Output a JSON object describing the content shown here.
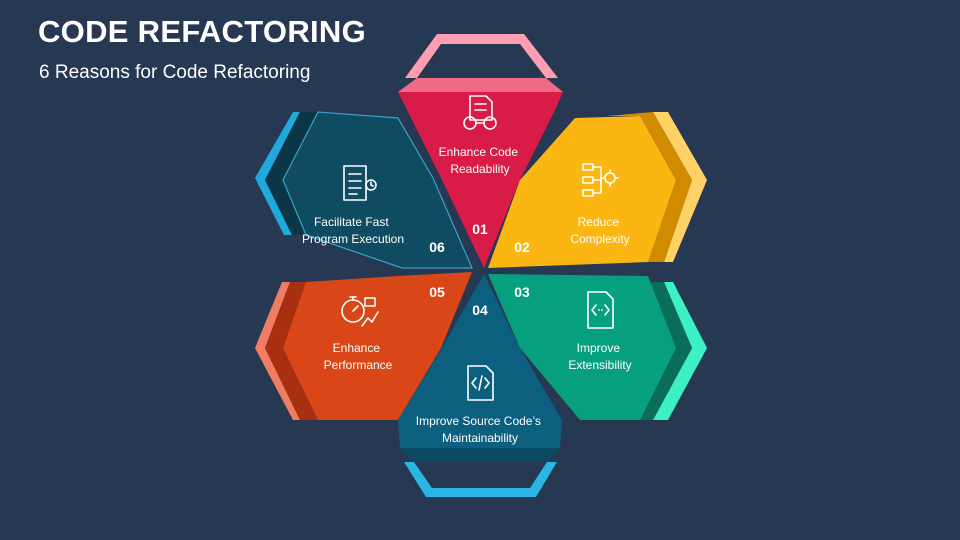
{
  "slide": {
    "title": "CODE REFACTORING",
    "subtitle": "6 Reasons for Code Refactoring"
  },
  "segments": [
    {
      "number": "01",
      "label_lines": [
        "Enhance Code",
        "Readability"
      ],
      "icon": "document-glasses-icon",
      "color": "#d81b47",
      "tab_color": "#f06a85",
      "tab_light": "#ff9eb2"
    },
    {
      "number": "02",
      "label_lines": [
        "Reduce",
        "Complexity"
      ],
      "icon": "flowchart-gear-icon",
      "color": "#fbb612",
      "tab_color": "#d18b00",
      "tab_light": "#ffd166"
    },
    {
      "number": "03",
      "label_lines": [
        "Improve",
        "Extensibility"
      ],
      "icon": "code-file-icon",
      "color": "#07a07f",
      "tab_color": "#0b6e58",
      "tab_light": "#3ef1c4"
    },
    {
      "number": "04",
      "label_lines": [
        "Improve Source Code’s",
        "Maintainability"
      ],
      "icon": "code-document-icon",
      "color": "#0d5f80",
      "tab_color": "#0a4a63",
      "tab_light": "#2ab6e2"
    },
    {
      "number": "05",
      "label_lines": [
        "Enhance",
        "Performance"
      ],
      "icon": "stopwatch-chart-icon",
      "color": "#d94618",
      "tab_color": "#a83010",
      "tab_light": "#f07d63"
    },
    {
      "number": "06",
      "label_lines": [
        "Facilitate Fast",
        "Program Execution"
      ],
      "icon": "checklist-clock-icon",
      "color": "#0f4c61",
      "tab_color": "#0a3646",
      "tab_light": "#1fa9dd"
    }
  ]
}
